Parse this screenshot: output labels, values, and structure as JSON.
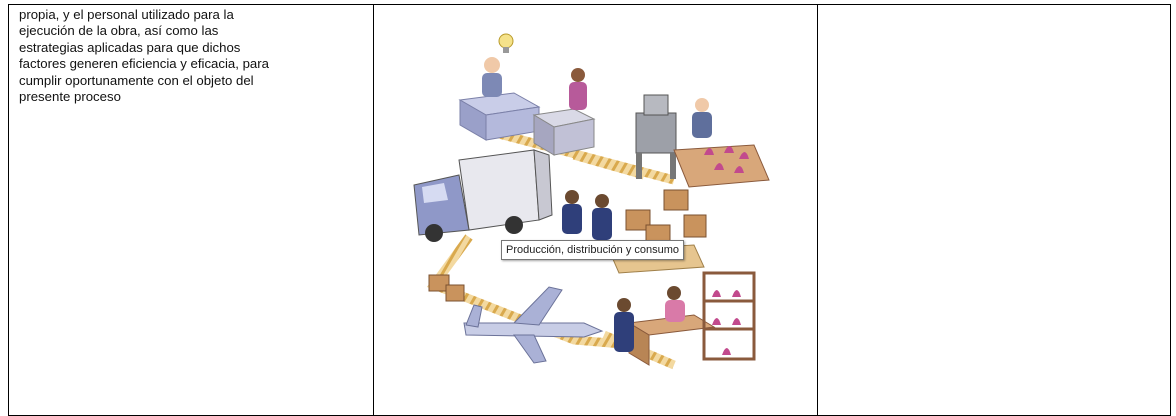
{
  "left_cell": {
    "lines": [
      "propia, y el personal utilizado para la",
      "ejecución de la obra, así como las",
      "estrategias aplicadas para que dichos",
      "factores generen eficiencia y eficacia, para",
      "cumplir oportunamente con el objeto del",
      "presente proceso"
    ]
  },
  "image": {
    "tooltip": "Producción, distribución y consumo",
    "icons": [
      "lightbulb-icon",
      "truck-icon",
      "airplane-icon",
      "conveyor-belt-icon",
      "box-icon",
      "iron-icon"
    ]
  }
}
